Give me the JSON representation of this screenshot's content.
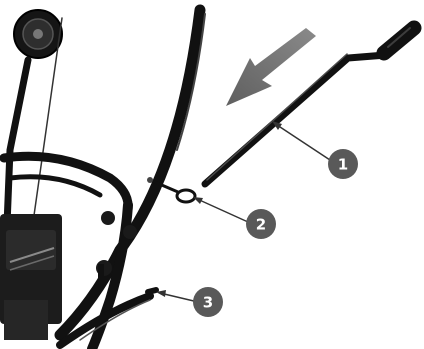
{
  "figure": {
    "callouts": [
      {
        "number": "1"
      },
      {
        "number": "2"
      },
      {
        "number": "3"
      }
    ],
    "colors": {
      "metal": "#111111",
      "engine": "#1c1c1c",
      "callout_fill": "#595959",
      "leader_line": "#333333",
      "arrow": "#777777"
    }
  }
}
